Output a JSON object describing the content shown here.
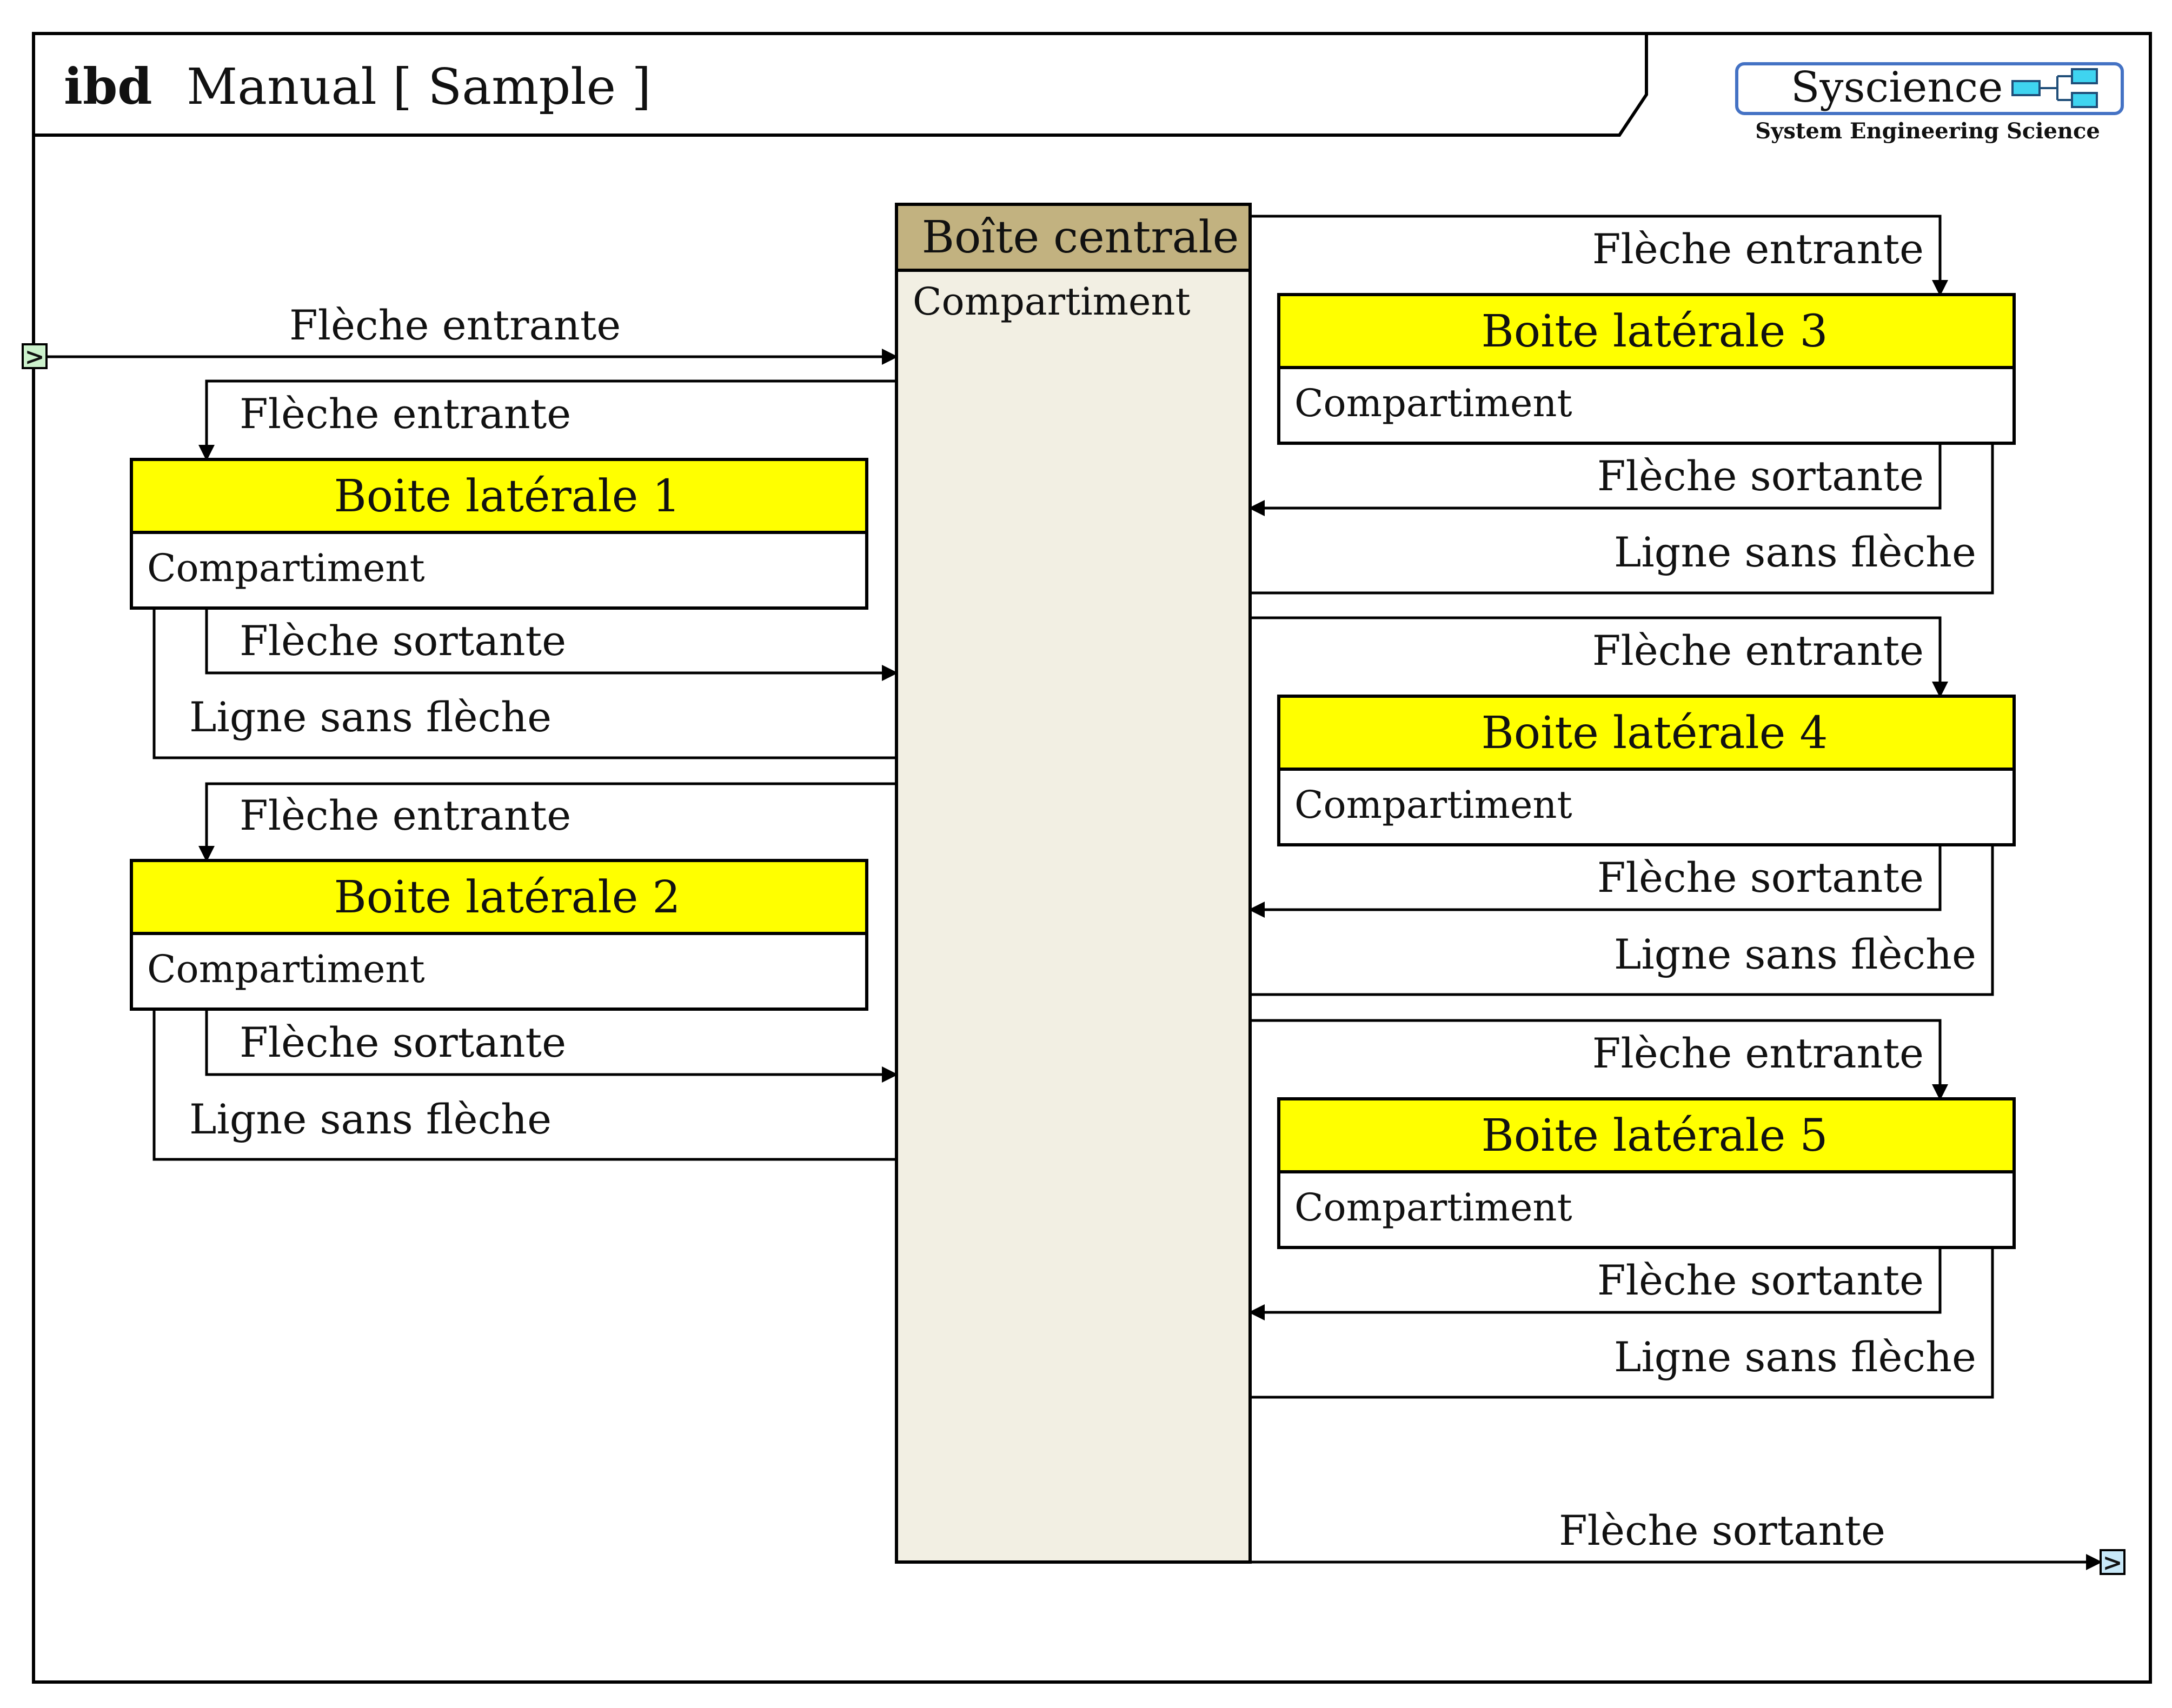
{
  "frame": {
    "kind": "ibd",
    "title": "Manual [ Sample ]"
  },
  "logo": {
    "name": "Syscience",
    "tagline": "System Engineering Science",
    "border_color": "#4472C4",
    "icon_fill": "#3FD4F0"
  },
  "colors": {
    "central_header": "#C2B280",
    "central_body": "#F2EFE3",
    "lateral_header": "#FFFF00",
    "port_in": "#CCF2CC",
    "port_out": "#C8E8F8"
  },
  "central": {
    "title": "Boîte centrale",
    "compartment": "Compartiment"
  },
  "lateral_boxes": [
    {
      "title": "Boite latérale 1",
      "compartment": "Compartiment",
      "in_label": "Flèche entrante",
      "out_label": "Flèche sortante",
      "line_label": "Ligne sans flèche"
    },
    {
      "title": "Boite latérale 2",
      "compartment": "Compartiment",
      "in_label": "Flèche entrante",
      "out_label": "Flèche sortante",
      "line_label": "Ligne sans flèche"
    },
    {
      "title": "Boite latérale 3",
      "compartment": "Compartiment",
      "in_label": "Flèche entrante",
      "out_label": "Flèche sortante",
      "line_label": "Ligne sans flèche"
    },
    {
      "title": "Boite latérale 4",
      "compartment": "Compartiment",
      "in_label": "Flèche entrante",
      "out_label": "Flèche sortante",
      "line_label": "Ligne sans flèche"
    },
    {
      "title": "Boite latérale 5",
      "compartment": "Compartiment",
      "in_label": "Flèche entrante",
      "out_label": "Flèche sortante",
      "line_label": "Ligne sans flèche"
    }
  ],
  "ports": {
    "in_label": "Flèche entrante",
    "out_label": "Flèche sortante",
    "in_glyph": ">",
    "out_glyph": ">"
  }
}
